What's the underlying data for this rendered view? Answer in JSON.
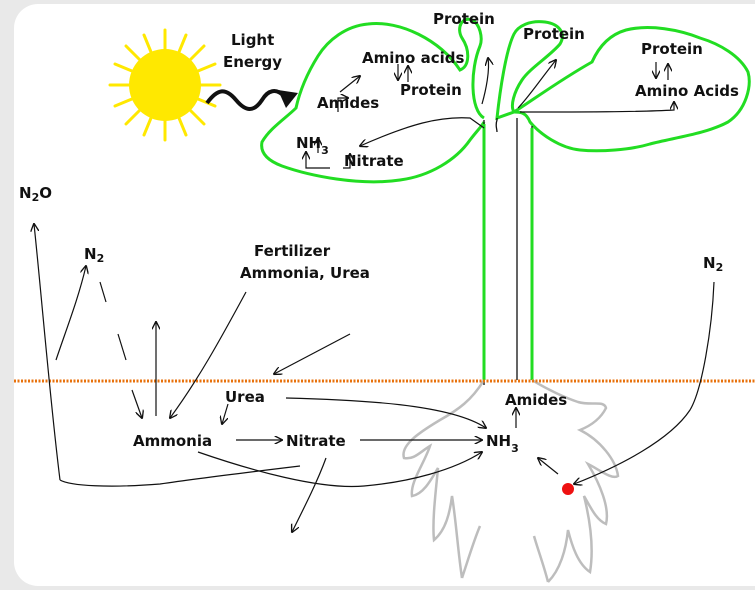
{
  "labels": {
    "light": "Light",
    "energy": "Energy",
    "protein_top": "Protein",
    "protein_stem": "Protein",
    "protein_right": "Protein",
    "amino_acids_left": "Amino acids",
    "amino_acids_right": "Amino Acids",
    "protein_left_leaf": "Protein",
    "amides_leaf": "Amides",
    "nh_leaf": "NH",
    "nh_leaf_sub": "3",
    "nitrate_leaf": "Nitrate",
    "n2o": "N",
    "n2o_sub": "2",
    "n2o_tail": "O",
    "n2_left": "N",
    "n2_left_sub": "2",
    "n2_right": "N",
    "n2_right_sub": "2",
    "fertilizer": "Fertilizer",
    "fertilizer_detail": "Ammonia, Urea",
    "urea": "Urea",
    "ammonia": "Ammonia",
    "nitrate_soil": "Nitrate",
    "nh_root": "NH",
    "nh_root_sub": "3",
    "amides_root": "Amides"
  },
  "colors": {
    "leaf_outline": "#22dd22",
    "sun": "#ffe800",
    "soil_line": "#e8720c",
    "root_outline": "#bdbdbd",
    "nodule": "#ee1111"
  }
}
